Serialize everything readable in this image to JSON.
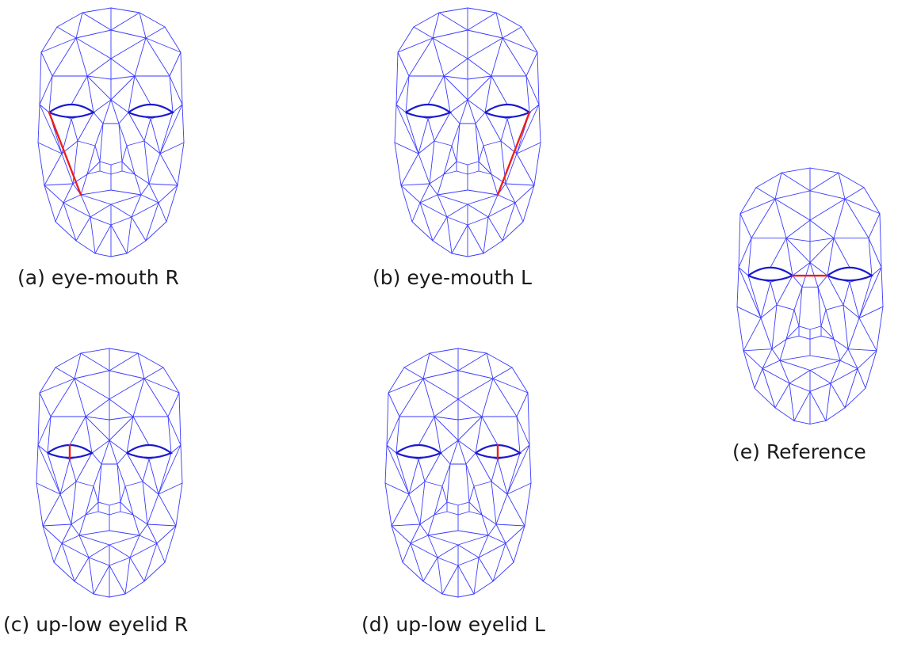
{
  "colors": {
    "mesh": "#3a3aff",
    "eye": "#1a1ad0",
    "highlight": "#ee1c1c"
  },
  "panels": [
    {
      "id": "a",
      "tag": "(a)",
      "label": "eye-mouth R",
      "highlight": "eye-mouth-right"
    },
    {
      "id": "b",
      "tag": "(b)",
      "label": "eye-mouth L",
      "highlight": "eye-mouth-left"
    },
    {
      "id": "c",
      "tag": "(c)",
      "label": "up-low eyelid R",
      "highlight": "eyelid-right"
    },
    {
      "id": "d",
      "tag": "(d)",
      "label": "up-low eyelid L",
      "highlight": "eyelid-left"
    },
    {
      "id": "e",
      "tag": "(e)",
      "label": "Reference",
      "highlight": "inner-eye-corners"
    }
  ]
}
